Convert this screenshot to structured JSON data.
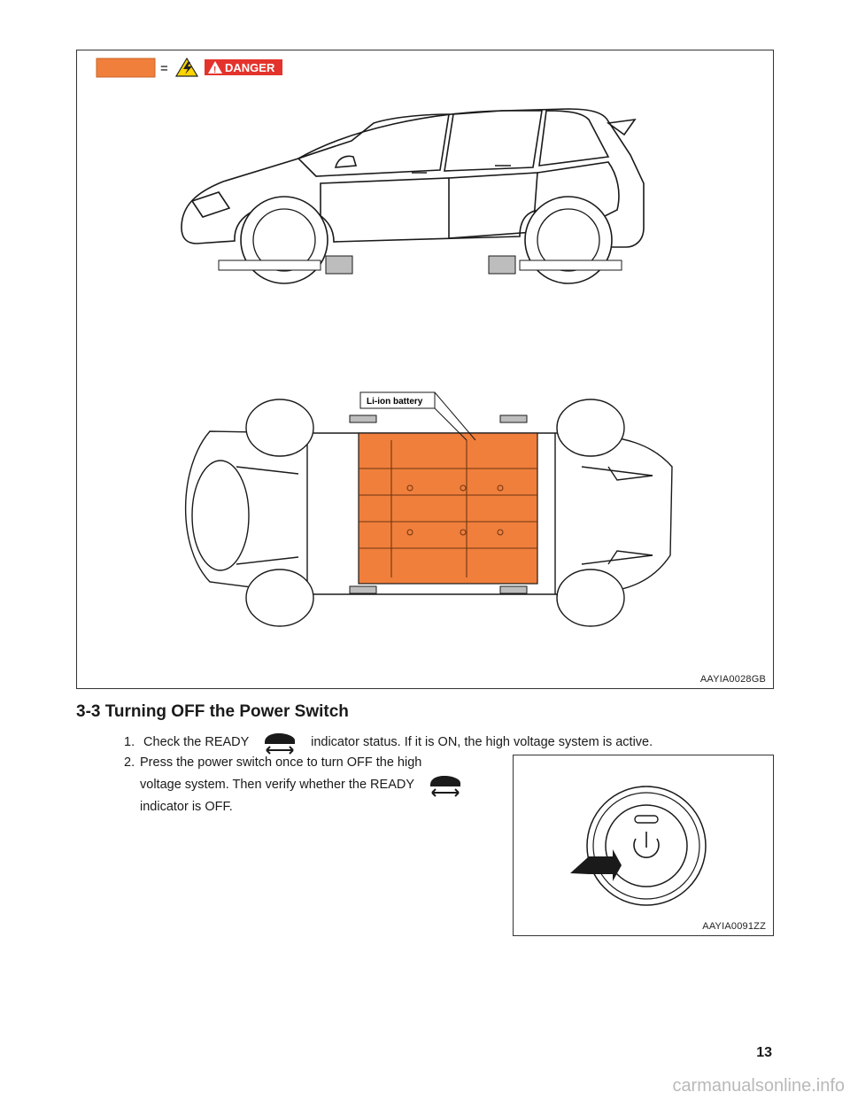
{
  "legend": {
    "equals": "=",
    "danger_label": "DANGER",
    "swatch_color": "#f07f3c",
    "danger_color": "#e4332c"
  },
  "figure1": {
    "callout": "Li-ion battery",
    "code": "AAYIA0028GB"
  },
  "section": {
    "title": "3-3  Turning OFF the Power Switch",
    "step1": {
      "num": "1.",
      "before": "Check the READY",
      "after": "indicator status. If it is ON, the high voltage system is active.",
      "icon": "ready-car-icon"
    },
    "step2": {
      "num": "2.",
      "line1": "Press the power switch once to turn OFF the high",
      "line2": "voltage system. Then verify whether the READY",
      "line3": "indicator is OFF.",
      "icon": "ready-car-icon"
    }
  },
  "figure2": {
    "code": "AAYIA0091ZZ",
    "icon": "power-switch-icon"
  },
  "page_number": "13",
  "watermark": "carmanualsonline.info"
}
